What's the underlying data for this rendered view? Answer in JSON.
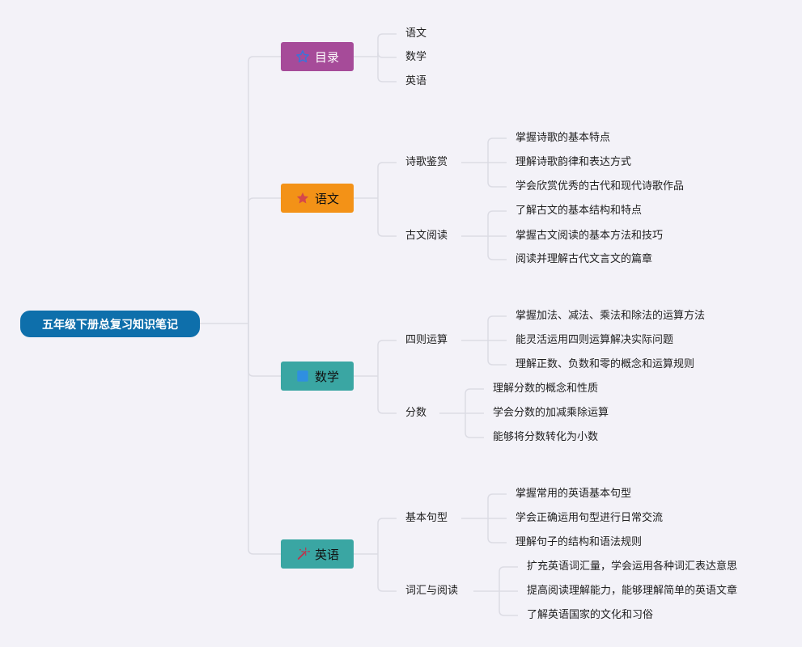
{
  "root": {
    "label": "五年级下册总复习知识笔记"
  },
  "branches": [
    {
      "label": "目录",
      "color": "#a64b99",
      "icon": "star-outline-icon",
      "children": [
        {
          "label": "语文",
          "children": []
        },
        {
          "label": "数学",
          "children": []
        },
        {
          "label": "英语",
          "children": []
        }
      ]
    },
    {
      "label": "语文",
      "color": "#f39217",
      "icon": "star-filled-icon",
      "children": [
        {
          "label": "诗歌鉴赏",
          "children": [
            "掌握诗歌的基本特点",
            "理解诗歌韵律和表达方式",
            "学会欣赏优秀的古代和现代诗歌作品"
          ]
        },
        {
          "label": "古文阅读",
          "children": [
            "了解古文的基本结构和特点",
            "掌握古文阅读的基本方法和技巧",
            "阅读并理解古代文言文的篇章"
          ]
        }
      ]
    },
    {
      "label": "数学",
      "color": "#3aa6a3",
      "icon": "blue-square-icon",
      "children": [
        {
          "label": "四则运算",
          "children": [
            "掌握加法、减法、乘法和除法的运算方法",
            "能灵活运用四则运算解决实际问题",
            "理解正数、负数和零的概念和运算规则"
          ]
        },
        {
          "label": "分数",
          "children": [
            "理解分数的概念和性质",
            "学会分数的加减乘除运算",
            "能够将分数转化为小数"
          ]
        }
      ]
    },
    {
      "label": "英语",
      "color": "#3aa6a3",
      "icon": "magic-wand-icon",
      "children": [
        {
          "label": "基本句型",
          "children": [
            "掌握常用的英语基本句型",
            "学会正确运用句型进行日常交流",
            "理解句子的结构和语法规则"
          ]
        },
        {
          "label": "词汇与阅读",
          "children": [
            "扩充英语词汇量，学会运用各种词汇表达意思",
            "提高阅读理解能力，能够理解简单的英语文章",
            "了解英语国家的文化和习俗"
          ]
        }
      ]
    }
  ]
}
